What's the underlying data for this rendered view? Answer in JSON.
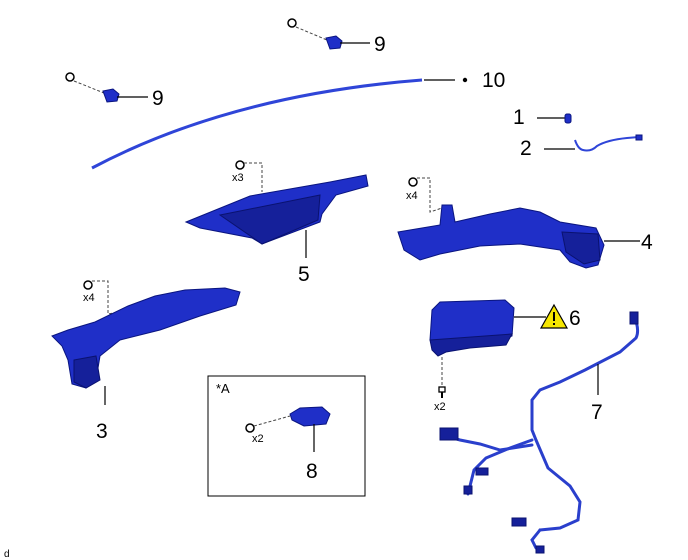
{
  "callouts": {
    "c1": "1",
    "c2": "2",
    "c3": "3",
    "c4": "4",
    "c5": "5",
    "c6": "6",
    "c7": "7",
    "c8": "8",
    "c9a": "9",
    "c9b": "9",
    "c10": "10"
  },
  "quantities": {
    "part5_screws": "x3",
    "part4_screws": "x4",
    "part3_screws": "x4",
    "part6_bolts": "x2",
    "part8_screws": "x2"
  },
  "inset_label": "*A",
  "footer_code": "d",
  "icons": {
    "warning": "warning-triangle-icon"
  },
  "colors": {
    "part": "#1f2fc8",
    "warning": "#f5e600"
  }
}
